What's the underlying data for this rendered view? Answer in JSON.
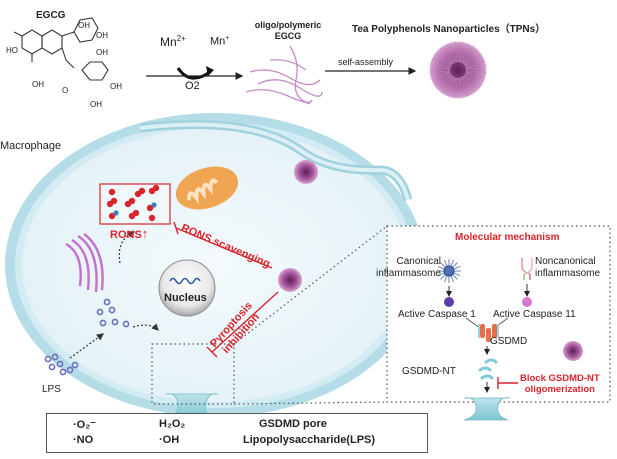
{
  "synthesis": {
    "egcg_label": "EGCG",
    "oh_label": "OH",
    "ho_label": "HO",
    "o_label": "O",
    "reactant_top": "Mn2+",
    "reactant_top_base": "Mn",
    "reactant_top_sup": "2+",
    "product_top_base": "Mn",
    "product_top_sup": "+",
    "reactant_bottom": "O2",
    "intermediate_line1": "oligo/polymeric",
    "intermediate_line2": "EGCG",
    "assembly_label": "self-assembly",
    "product_title": "Tea Polyphenols Nanoparticles（TPNs）"
  },
  "cell": {
    "label": "Macrophage",
    "rons_label": "RONS",
    "rons_arrow": "↑",
    "rons_scavenging": "RONS scavenging",
    "pyroptosis_line1": "Pyroptosis",
    "pyroptosis_line2": "inhibition",
    "nucleus_label": "Nucleus",
    "lps_label": "LPS"
  },
  "mechanism": {
    "title": "Molecular mechanism",
    "canonical_line1": "Canonical",
    "canonical_line2": "inflammasome",
    "noncanonical_line1": "Noncanonical",
    "noncanonical_line2": "inflammasome",
    "caspase1": "Active Caspase 1",
    "caspase11": "Active Caspase 11",
    "gsdmd": "GSDMD",
    "gsdmd_nt": "GSDMD-NT",
    "block_line1": "Block GSDMD-NT",
    "block_line2": "oligomerization"
  },
  "legend": {
    "items": [
      {
        "icon": "superoxide-icon",
        "label": "·O₂⁻"
      },
      {
        "icon": "hydrogen-peroxide-icon",
        "label": "H₂O₂"
      },
      {
        "icon": "gsdmd-pore-icon",
        "label": "GSDMD pore"
      },
      {
        "icon": "nitric-oxide-icon",
        "label": "·NO"
      },
      {
        "icon": "hydroxyl-radical-icon",
        "label": "·OH"
      },
      {
        "icon": "lps-icon",
        "label": "Lipopolysaccharide(LPS)"
      }
    ]
  },
  "colors": {
    "accent_red": "#d8242c",
    "membrane": "#a9d8e4",
    "cytoplasm": "#eaf5f9",
    "nanoparticle": "#9a4a8e",
    "mitochondria": "#f0a552",
    "lps": "#6b6fc2"
  }
}
